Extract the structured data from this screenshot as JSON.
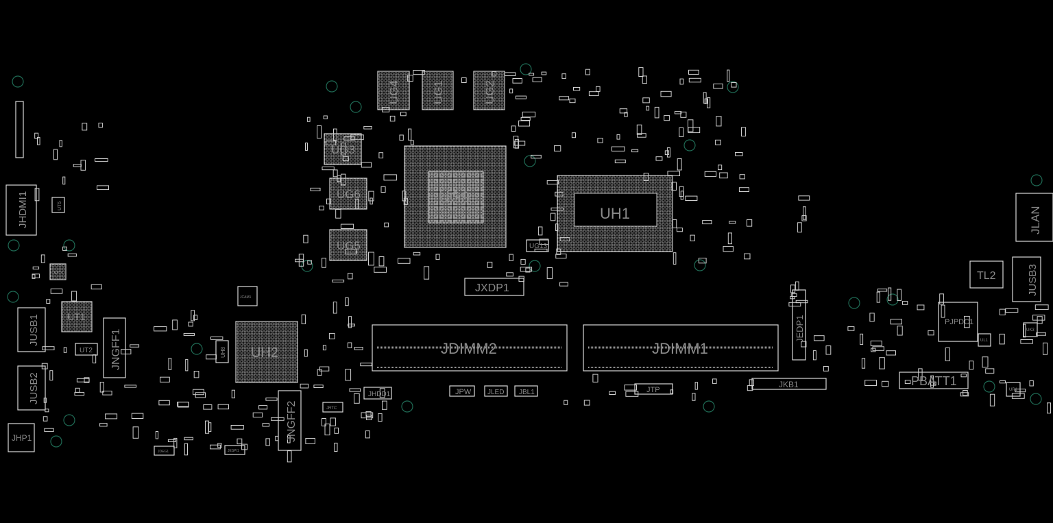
{
  "board": {
    "colors": {
      "background": "#000000",
      "outline": "#d8d8d8",
      "label": "#8a8a8a",
      "mounting_hole": "#1f6b55"
    },
    "components": {
      "UG4": "UG4",
      "UG1": "UG1",
      "UG2": "UG2",
      "UG3": "UG3",
      "UG6": "UG6",
      "UG5": "UG5",
      "UG9": "UG9",
      "UH1": "UH1",
      "UG13": "UG13",
      "JXDP1": "JXDP1",
      "JDIMM2": "JDIMM2",
      "JDIMM1": "JDIMM1",
      "JHDD1": "JHDD1",
      "JPW": "JPW",
      "JLED": "JLED",
      "JBL1": "JBL1",
      "JTP": "JTP",
      "JKB1": "JKB1",
      "JEDP1": "JEDP1",
      "JLAN": "JLAN",
      "JUSB3": "JUSB3",
      "TL2": "TL2",
      "PJPDC1": "PJPDC1",
      "UL1": "UL1",
      "UK3": "UK3",
      "UR1": "UR1",
      "PBATT1": "PBATT1",
      "JHDMI1": "JHDMI1",
      "UT5": "UT5",
      "UT4": "UT4",
      "UT1": "UT1",
      "UT2": "UT2",
      "JUSB1": "JUSB1",
      "JUSB2": "JUSB2",
      "JNGFF1": "JNGFF1",
      "JHP1": "JHP1",
      "JCAM1": "JCAM1",
      "UH8": "UH8",
      "UH2": "UH2",
      "JNGFF2": "JNGFF2",
      "JRTC": "JRTC",
      "JDEG1": "JDEG1",
      "JESPI1": "JESPI1"
    }
  }
}
